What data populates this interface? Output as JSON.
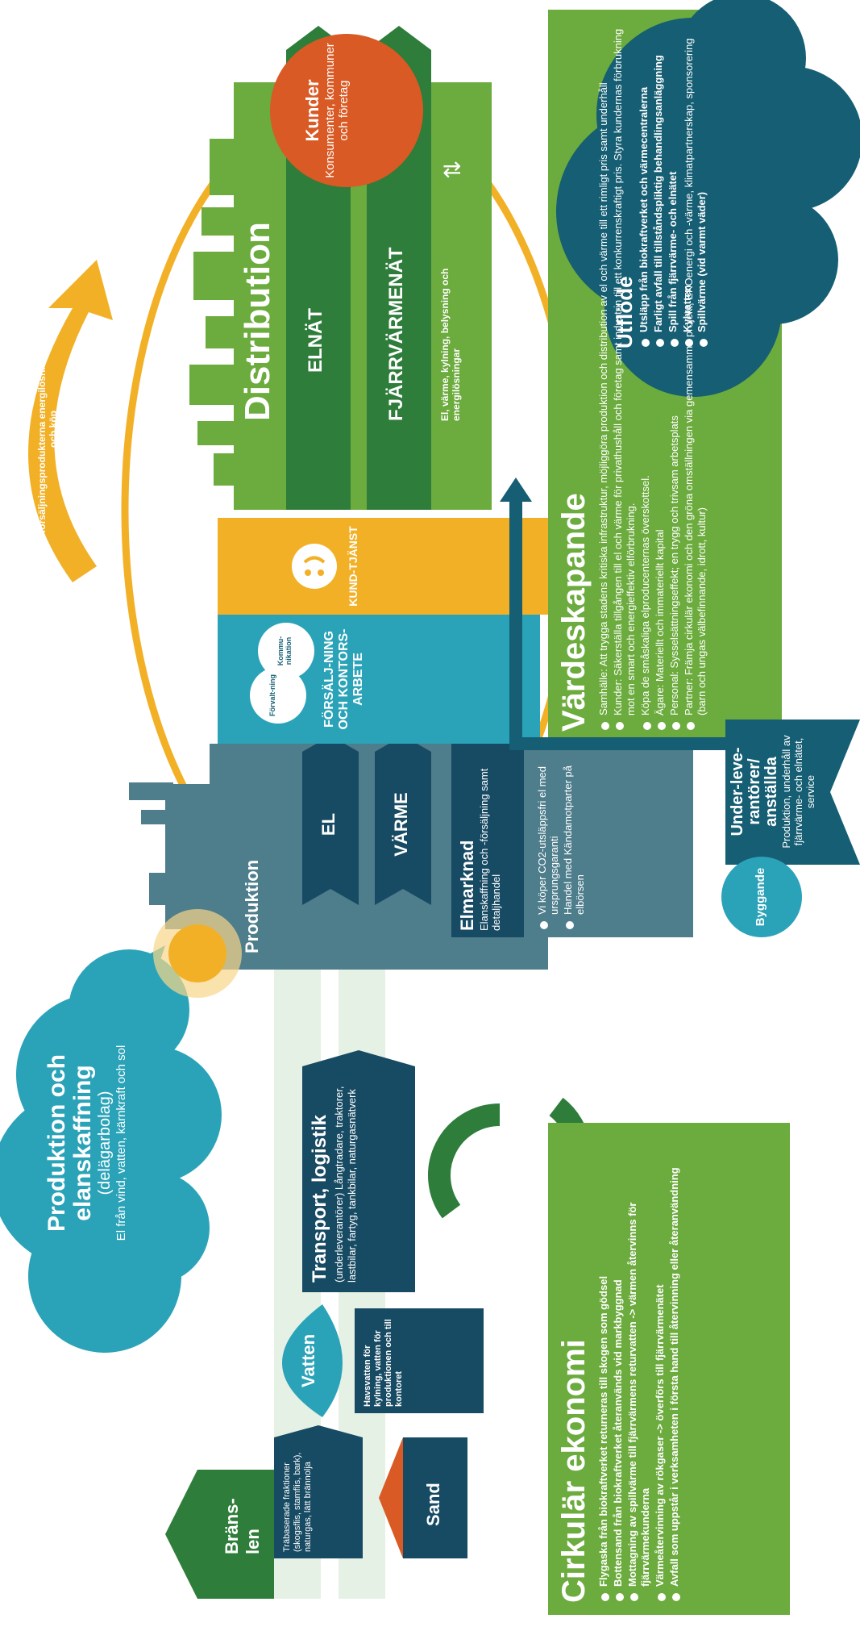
{
  "colors": {
    "teal": "#2aa3b8",
    "dark_teal": "#155e73",
    "navy": "#174a63",
    "green": "#6cab3d",
    "dark_green": "#2e7d3a",
    "yellow": "#f2b027",
    "orange_red": "#d95a24",
    "slate": "#4e7d8c"
  },
  "produktion_cloud": {
    "title": "Produktion och elanskaffning",
    "subtitle": "(delägarbolag)",
    "body": "El från vind, vatten, kärnkraft och sol"
  },
  "left_column": {
    "bransle": {
      "title": "Bräns-len",
      "body": "Träbaserade fraktioner (skogsflis, stamflis, bark), naturgas, lätt brännolja"
    },
    "sand": {
      "title": "Sand"
    },
    "vatten": {
      "title": "Vatten",
      "body": "Havsvatten för kylning, vatten för produktionen och till kontoret"
    }
  },
  "transport": {
    "title": "Transport, logistik",
    "body": "(underleverantörer) Långtradare, traktorer, lastbilar, fartyg, tankbilar, naturgasnätverk"
  },
  "produktion_band": {
    "label": "Produktion",
    "el": "EL",
    "varme": "VÄRME"
  },
  "elmarknad": {
    "title": "Elmarknad",
    "subtitle": "Elanskaffning och -försäljning samt detaljhandel",
    "bullets": [
      "Vi köper CO2-utsläppsfri el med ursprungsgaranti",
      "Handel med Kändamotparter på elbörsen"
    ]
  },
  "forsaljning": {
    "label": "FÖRSÄLJ-NING OCH KONTORS-ARBETE",
    "bubble1": "Förvalt-ning",
    "bubble2": "Kommu-nikation"
  },
  "kundtjanst": {
    "label": "KUND-TJÄNST"
  },
  "distribution": {
    "title": "Distribution",
    "elnat": "ELNÄT",
    "fjarrvarme": "FJÄRRVÄRMENÄT",
    "note": "El, värme, kylning, belysning och energilösningar"
  },
  "kunder": {
    "title": "Kunder",
    "body": "Konsumenter, kommuner och företag"
  },
  "forsaljningsprodukterna": {
    "text": "försäljningsprodukterna energilösningar, sälj och köp"
  },
  "vardeskapande": {
    "title": "Värdeskapande",
    "bullets": [
      "Samhälle: Att trygga stadens kritiska infrastruktur, möjliggöra produktion och distribution av el och värme till ett rimligt pris samt underhåll",
      "Kunder: Säkerställa tillgången till el och värme för privathushåll och företag samt industrin till ett konkurrenskraftigt pris. Styra kundernas förbrukning mot en smart och energieffektiv elförbrukning.",
      "Köpa de småskaliga elproducenternas överskottsel.",
      "Ägare: Materiellt och immateriellt kapital",
      "Personal: Sysselsättningseffekt; en trygg och trivsam arbetsplats",
      "Partner: Främja cirkulär ekonomi och den gröna omställningen via gemensamma projekt, EKOenergi och -värme, klimatpartnerskap, sponsorering (barn och ungas välbefinnande, idrott, kultur)"
    ]
  },
  "uffode": {
    "title": "Utflöde",
    "bullets": [
      "Utsläpp från biokraftverket och värmecentralerna",
      "Farligt avfall till tillståndspliktig behandlingsanläggning",
      "Spill från fjärrvärme- och elnätet",
      "Kylvatten",
      "Spillvärme (vid varmt väder)"
    ]
  },
  "underleverantorer": {
    "title": "Under-leve-rantörer/ anställda",
    "body": "Produktion, underhåll av fjärrvärme- och elnätet, service"
  },
  "byggande": {
    "label": "Byggande"
  },
  "cirkular": {
    "title": "Cirkulär ekonomi",
    "bullets": [
      "Flygaska från biokraftverket returneras till skogen som gödsel",
      "Bottensand från biokraftverket återanvänds vid markbyggnad",
      "Mottagning av spillvärme till fjärrvärmens returvatten -> värmen återvinns för fjärrvärmekunderna",
      "Värmeåtervinning av rökgaser -> överförs till fjärrvärmenätet",
      "Avfall som uppstår i verksamheten i första hand till återvinning eller återanvändning"
    ]
  }
}
